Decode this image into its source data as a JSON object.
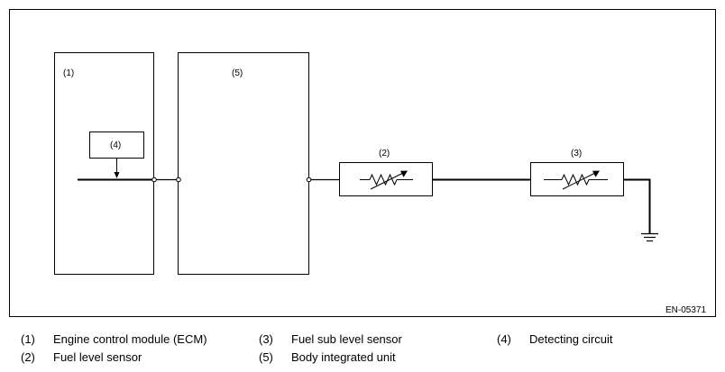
{
  "diagram": {
    "code": "EN-05371",
    "blocks": {
      "ecm": "(1)",
      "fuel_level_sensor": "(2)",
      "fuel_sub_level_sensor": "(3)",
      "detecting_circuit": "(4)",
      "body_integrated_unit": "(5)"
    }
  },
  "legend": [
    {
      "num": "(1)",
      "text": "Engine control module (ECM)"
    },
    {
      "num": "(2)",
      "text": "Fuel level sensor"
    },
    {
      "num": "(3)",
      "text": "Fuel sub level sensor"
    },
    {
      "num": "(4)",
      "text": "Detecting circuit"
    },
    {
      "num": "(5)",
      "text": "Body integrated unit"
    }
  ]
}
